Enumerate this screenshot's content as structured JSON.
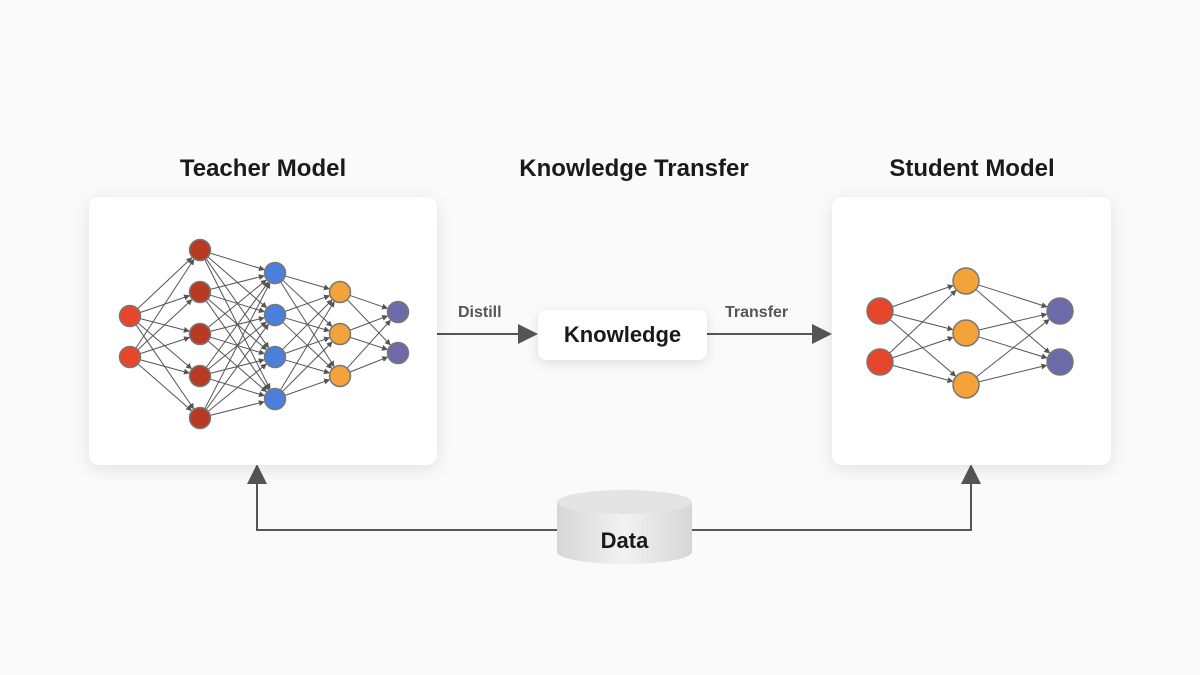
{
  "titles": {
    "teacher": "Teacher Model",
    "knowledge_transfer": "Knowledge Transfer",
    "student": "Student Model"
  },
  "edges": {
    "distill": "Distill",
    "transfer": "Transfer"
  },
  "knowledge": "Knowledge",
  "data": "Data",
  "colors": {
    "input": "#e8462a",
    "hidden1": "#b83a22",
    "hidden2": "#4a7fdc",
    "hidden3": "#f4a23a",
    "output": "#6c6aa8",
    "arrow": "#555555",
    "background": "#fafafa"
  }
}
